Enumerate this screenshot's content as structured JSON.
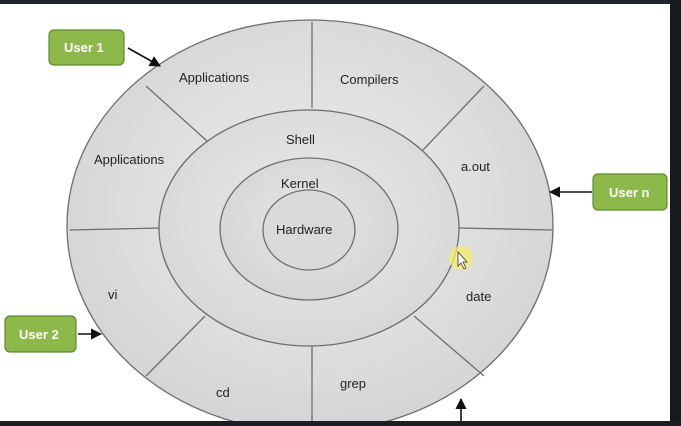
{
  "diagram": {
    "rings": {
      "shell": "Shell",
      "kernel": "Kernel",
      "hardware": "Hardware"
    },
    "segments": {
      "applications_top": "Applications",
      "compilers": "Compilers",
      "applications_left": "Applications",
      "aout": "a.out",
      "vi": "vi",
      "date": "date",
      "cd": "cd",
      "grep": "grep"
    },
    "users": {
      "user1": "User 1",
      "user2": "User 2",
      "usern": "User n"
    }
  },
  "colors": {
    "ring_fill": "#dcdcdc",
    "ring_stroke": "#6e6e6e",
    "user_box_fill": "#8db94a",
    "user_box_stroke": "#5f8a2a"
  }
}
